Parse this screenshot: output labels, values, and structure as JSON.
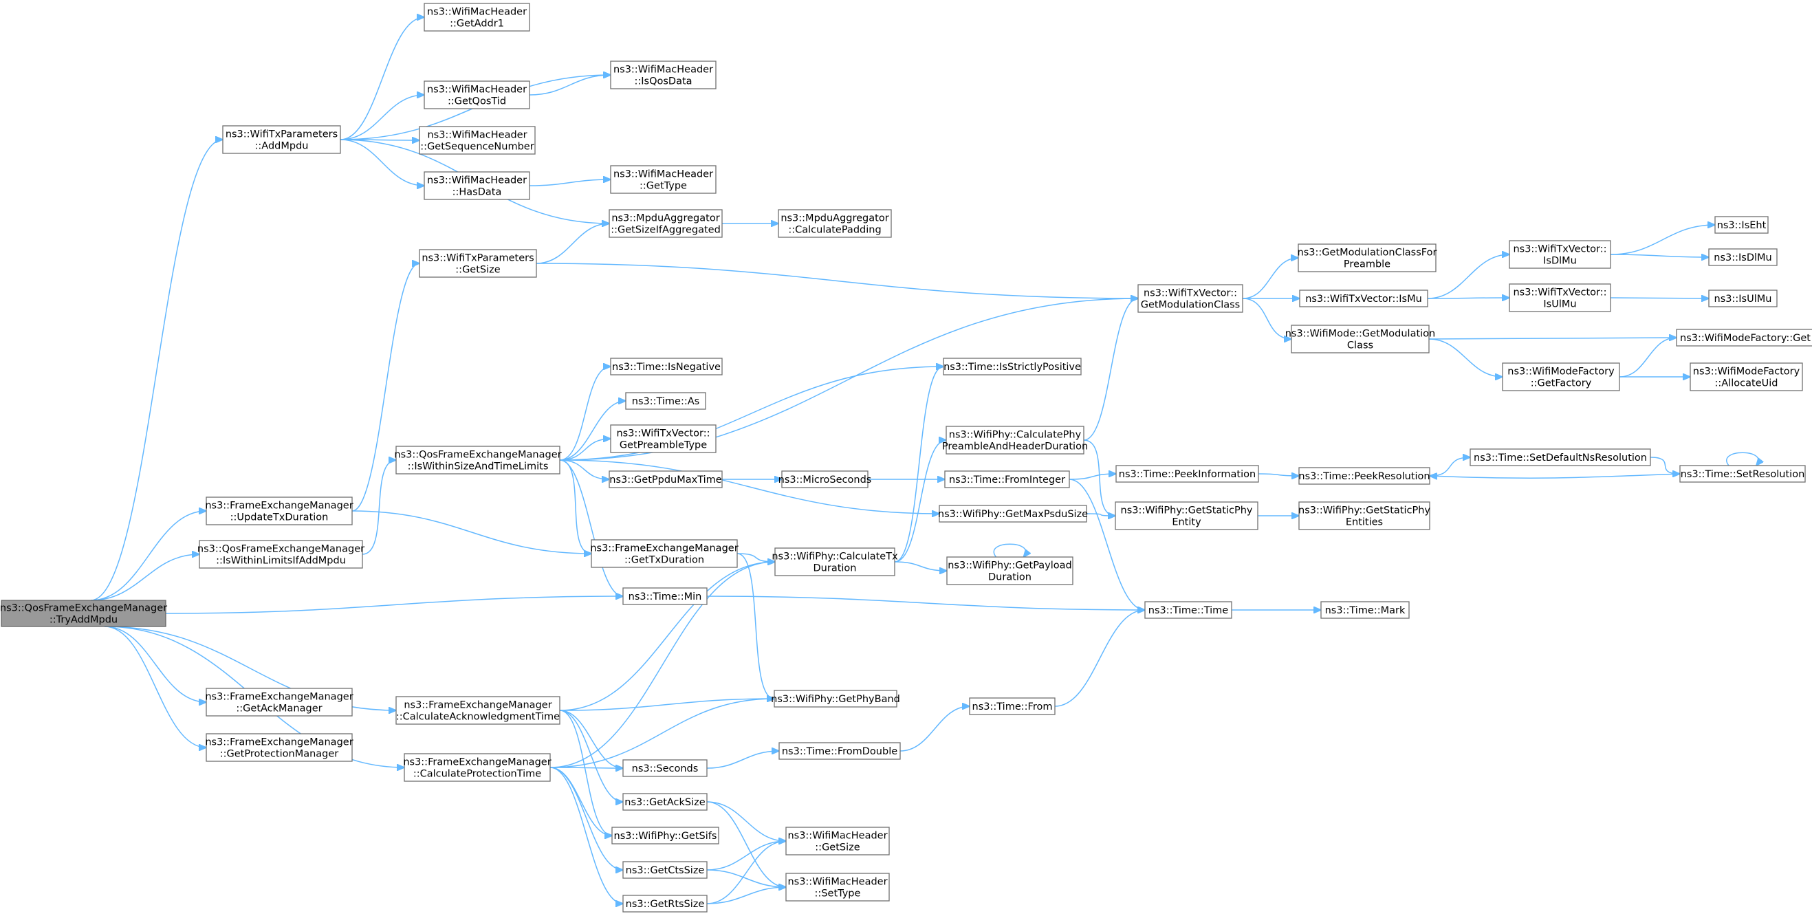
{
  "diagram": {
    "nodes": [
      {
        "id": "TryAddMpdu",
        "lines": [
          "ns3::QosFrameExchangeManager",
          "::TryAddMpdu"
        ]
      },
      {
        "id": "AddMpdu",
        "lines": [
          "ns3::WifiTxParameters",
          "::AddMpdu"
        ]
      },
      {
        "id": "UpdateTxDuration",
        "lines": [
          "ns3::FrameExchangeManager",
          "::UpdateTxDuration"
        ]
      },
      {
        "id": "IsWithinLimitsIfAddMpdu",
        "lines": [
          "ns3::QosFrameExchangeManager",
          "::IsWithinLimitsIfAddMpdu"
        ]
      },
      {
        "id": "GetAckManager",
        "lines": [
          "ns3::FrameExchangeManager",
          "::GetAckManager"
        ]
      },
      {
        "id": "GetProtectionManager",
        "lines": [
          "ns3::FrameExchangeManager",
          "::GetProtectionManager"
        ]
      },
      {
        "id": "GetAddr1",
        "lines": [
          "ns3::WifiMacHeader",
          "::GetAddr1"
        ]
      },
      {
        "id": "GetQosTid",
        "lines": [
          "ns3::WifiMacHeader",
          "::GetQosTid"
        ]
      },
      {
        "id": "GetSequenceNumber",
        "lines": [
          "ns3::WifiMacHeader",
          "::GetSequenceNumber"
        ]
      },
      {
        "id": "HasData",
        "lines": [
          "ns3::WifiMacHeader",
          "::HasData"
        ]
      },
      {
        "id": "TxParamsGetSize",
        "lines": [
          "ns3::WifiTxParameters",
          "::GetSize"
        ]
      },
      {
        "id": "IsWithinSizeAndTimeLimits",
        "lines": [
          "ns3::QosFrameExchangeManager",
          "::IsWithinSizeAndTimeLimits"
        ]
      },
      {
        "id": "CalculateAcknowledgmentTime",
        "lines": [
          "ns3::FrameExchangeManager",
          "::CalculateAcknowledgmentTime"
        ]
      },
      {
        "id": "CalculateProtectionTime",
        "lines": [
          "ns3::FrameExchangeManager",
          "::CalculateProtectionTime"
        ]
      },
      {
        "id": "IsQosData",
        "lines": [
          "ns3::WifiMacHeader",
          "::IsQosData"
        ]
      },
      {
        "id": "GetType",
        "lines": [
          "ns3::WifiMacHeader",
          "::GetType"
        ]
      },
      {
        "id": "GetSizeIfAggregated",
        "lines": [
          "ns3::MpduAggregator",
          "::GetSizeIfAggregated"
        ]
      },
      {
        "id": "IsNegative",
        "lines": [
          "ns3::Time::IsNegative"
        ]
      },
      {
        "id": "TimeAs",
        "lines": [
          "ns3::Time::As"
        ]
      },
      {
        "id": "GetPreambleType",
        "lines": [
          "ns3::WifiTxVector::",
          "GetPreambleType"
        ]
      },
      {
        "id": "GetPpduMaxTime",
        "lines": [
          "ns3::GetPpduMaxTime"
        ]
      },
      {
        "id": "GetTxDuration",
        "lines": [
          "ns3::FrameExchangeManager",
          "::GetTxDuration"
        ]
      },
      {
        "id": "TimeMin",
        "lines": [
          "ns3::Time::Min"
        ]
      },
      {
        "id": "Seconds",
        "lines": [
          "ns3::Seconds"
        ]
      },
      {
        "id": "GetAckSize",
        "lines": [
          "ns3::GetAckSize"
        ]
      },
      {
        "id": "GetSifs",
        "lines": [
          "ns3::WifiPhy::GetSifs"
        ]
      },
      {
        "id": "GetCtsSize",
        "lines": [
          "ns3::GetCtsSize"
        ]
      },
      {
        "id": "GetRtsSize",
        "lines": [
          "ns3::GetRtsSize"
        ]
      },
      {
        "id": "CalculatePadding",
        "lines": [
          "ns3::MpduAggregator",
          "::CalculatePadding"
        ]
      },
      {
        "id": "MicroSeconds",
        "lines": [
          "ns3::MicroSeconds"
        ]
      },
      {
        "id": "CalculateTxDuration",
        "lines": [
          "ns3::WifiPhy::CalculateTx",
          "Duration"
        ]
      },
      {
        "id": "GetPhyBand",
        "lines": [
          "ns3::WifiPhy::GetPhyBand"
        ]
      },
      {
        "id": "FromDouble",
        "lines": [
          "ns3::Time::FromDouble"
        ]
      },
      {
        "id": "MacHdrGetSize",
        "lines": [
          "ns3::WifiMacHeader",
          "::GetSize"
        ]
      },
      {
        "id": "SetType",
        "lines": [
          "ns3::WifiMacHeader",
          "::SetType"
        ]
      },
      {
        "id": "IsStrictlyPositive",
        "lines": [
          "ns3::Time::IsStrictlyPositive"
        ]
      },
      {
        "id": "CalcPhyPreamble",
        "lines": [
          "ns3::WifiPhy::CalculatePhy",
          "PreambleAndHeaderDuration"
        ]
      },
      {
        "id": "FromInteger",
        "lines": [
          "ns3::Time::FromInteger"
        ]
      },
      {
        "id": "GetMaxPsduSize",
        "lines": [
          "ns3::WifiPhy::GetMaxPsduSize"
        ]
      },
      {
        "id": "GetPayloadDuration",
        "lines": [
          "ns3::WifiPhy::GetPayload",
          "Duration"
        ]
      },
      {
        "id": "TimeFrom",
        "lines": [
          "ns3::Time::From"
        ]
      },
      {
        "id": "GetModulationClass",
        "lines": [
          "ns3::WifiTxVector::",
          "GetModulationClass"
        ]
      },
      {
        "id": "TimeTime",
        "lines": [
          "ns3::Time::Time"
        ]
      },
      {
        "id": "PeekInformation",
        "lines": [
          "ns3::Time::PeekInformation"
        ]
      },
      {
        "id": "GetStaticPhyEntity",
        "lines": [
          "ns3::WifiPhy::GetStaticPhy",
          "Entity"
        ]
      },
      {
        "id": "GetModClassForPreamble",
        "lines": [
          "ns3::GetModulationClassFor",
          "Preamble"
        ]
      },
      {
        "id": "IsMu",
        "lines": [
          "ns3::WifiTxVector::IsMu"
        ]
      },
      {
        "id": "ModeGetModulationClass",
        "lines": [
          "ns3::WifiMode::GetModulation",
          "Class"
        ]
      },
      {
        "id": "TimeMark",
        "lines": [
          "ns3::Time::Mark"
        ]
      },
      {
        "id": "PeekResolution",
        "lines": [
          "ns3::Time::PeekResolution"
        ]
      },
      {
        "id": "GetStaticPhyEntities",
        "lines": [
          "ns3::WifiPhy::GetStaticPhy",
          "Entities"
        ]
      },
      {
        "id": "TxVecIsDlMu",
        "lines": [
          "ns3::WifiTxVector::",
          "IsDlMu"
        ]
      },
      {
        "id": "TxVecIsUlMu",
        "lines": [
          "ns3::WifiTxVector::",
          "IsUlMu"
        ]
      },
      {
        "id": "GetFactory",
        "lines": [
          "ns3::WifiModeFactory",
          "::GetFactory"
        ]
      },
      {
        "id": "SetDefaultNsResolution",
        "lines": [
          "ns3::Time::SetDefaultNsResolution"
        ]
      },
      {
        "id": "IsEht",
        "lines": [
          "ns3::IsEht"
        ]
      },
      {
        "id": "IsDlMu",
        "lines": [
          "ns3::IsDlMu"
        ]
      },
      {
        "id": "IsUlMu",
        "lines": [
          "ns3::IsUlMu"
        ]
      },
      {
        "id": "FactoryGet",
        "lines": [
          "ns3::WifiModeFactory::Get"
        ]
      },
      {
        "id": "AllocateUid",
        "lines": [
          "ns3::WifiModeFactory",
          "::AllocateUid"
        ]
      },
      {
        "id": "SetResolution",
        "lines": [
          "ns3::Time::SetResolution"
        ]
      }
    ],
    "edges": [
      [
        "TryAddMpdu",
        "AddMpdu"
      ],
      [
        "TryAddMpdu",
        "UpdateTxDuration"
      ],
      [
        "TryAddMpdu",
        "IsWithinLimitsIfAddMpdu"
      ],
      [
        "TryAddMpdu",
        "TimeMin"
      ],
      [
        "TryAddMpdu",
        "CalculateAcknowledgmentTime"
      ],
      [
        "TryAddMpdu",
        "GetAckManager"
      ],
      [
        "TryAddMpdu",
        "GetProtectionManager"
      ],
      [
        "TryAddMpdu",
        "CalculateProtectionTime"
      ],
      [
        "AddMpdu",
        "GetAddr1"
      ],
      [
        "AddMpdu",
        "IsQosData"
      ],
      [
        "AddMpdu",
        "GetQosTid"
      ],
      [
        "AddMpdu",
        "GetSequenceNumber"
      ],
      [
        "AddMpdu",
        "HasData"
      ],
      [
        "AddMpdu",
        "GetSizeIfAggregated"
      ],
      [
        "GetQosTid",
        "IsQosData"
      ],
      [
        "HasData",
        "GetType"
      ],
      [
        "TxParamsGetSize",
        "GetSizeIfAggregated"
      ],
      [
        "TxParamsGetSize",
        "GetModulationClass"
      ],
      [
        "GetSizeIfAggregated",
        "CalculatePadding"
      ],
      [
        "UpdateTxDuration",
        "TxParamsGetSize"
      ],
      [
        "UpdateTxDuration",
        "GetTxDuration"
      ],
      [
        "IsWithinLimitsIfAddMpdu",
        "IsWithinSizeAndTimeLimits"
      ],
      [
        "IsWithinSizeAndTimeLimits",
        "GetModulationClass"
      ],
      [
        "IsWithinSizeAndTimeLimits",
        "IsStrictlyPositive"
      ],
      [
        "IsWithinSizeAndTimeLimits",
        "IsNegative"
      ],
      [
        "IsWithinSizeAndTimeLimits",
        "TimeAs"
      ],
      [
        "IsWithinSizeAndTimeLimits",
        "GetPreambleType"
      ],
      [
        "IsWithinSizeAndTimeLimits",
        "GetPpduMaxTime"
      ],
      [
        "IsWithinSizeAndTimeLimits",
        "GetMaxPsduSize"
      ],
      [
        "IsWithinSizeAndTimeLimits",
        "GetTxDuration"
      ],
      [
        "IsWithinSizeAndTimeLimits",
        "TimeMin"
      ],
      [
        "GetPpduMaxTime",
        "MicroSeconds"
      ],
      [
        "MicroSeconds",
        "FromInteger"
      ],
      [
        "GetTxDuration",
        "CalculateTxDuration"
      ],
      [
        "GetTxDuration",
        "GetPhyBand"
      ],
      [
        "TimeMin",
        "TimeTime"
      ],
      [
        "CalculateAcknowledgmentTime",
        "CalculateTxDuration"
      ],
      [
        "CalculateAcknowledgmentTime",
        "GetPhyBand"
      ],
      [
        "CalculateAcknowledgmentTime",
        "Seconds"
      ],
      [
        "CalculateAcknowledgmentTime",
        "GetAckSize"
      ],
      [
        "CalculateAcknowledgmentTime",
        "GetSifs"
      ],
      [
        "CalculateProtectionTime",
        "CalculateTxDuration"
      ],
      [
        "CalculateProtectionTime",
        "GetPhyBand"
      ],
      [
        "CalculateProtectionTime",
        "Seconds"
      ],
      [
        "CalculateProtectionTime",
        "GetSifs"
      ],
      [
        "CalculateProtectionTime",
        "GetCtsSize"
      ],
      [
        "CalculateProtectionTime",
        "GetRtsSize"
      ],
      [
        "Seconds",
        "FromDouble"
      ],
      [
        "FromDouble",
        "TimeFrom"
      ],
      [
        "TimeFrom",
        "TimeTime"
      ],
      [
        "GetAckSize",
        "MacHdrGetSize"
      ],
      [
        "GetAckSize",
        "SetType"
      ],
      [
        "GetCtsSize",
        "MacHdrGetSize"
      ],
      [
        "GetCtsSize",
        "SetType"
      ],
      [
        "GetRtsSize",
        "MacHdrGetSize"
      ],
      [
        "GetRtsSize",
        "SetType"
      ],
      [
        "CalculateTxDuration",
        "IsStrictlyPositive"
      ],
      [
        "CalculateTxDuration",
        "CalcPhyPreamble"
      ],
      [
        "CalculateTxDuration",
        "GetPayloadDuration"
      ],
      [
        "GetPayloadDuration",
        "GetPayloadDuration"
      ],
      [
        "CalcPhyPreamble",
        "GetModulationClass"
      ],
      [
        "CalcPhyPreamble",
        "GetStaticPhyEntity"
      ],
      [
        "GetMaxPsduSize",
        "GetStaticPhyEntity"
      ],
      [
        "FromInteger",
        "PeekInformation"
      ],
      [
        "FromInteger",
        "TimeTime"
      ],
      [
        "PeekInformation",
        "PeekResolution"
      ],
      [
        "PeekResolution",
        "SetDefaultNsResolution"
      ],
      [
        "SetDefaultNsResolution",
        "SetResolution"
      ],
      [
        "SetResolution",
        "SetResolution"
      ],
      [
        "SetResolution",
        "PeekResolution"
      ],
      [
        "GetStaticPhyEntity",
        "GetStaticPhyEntities"
      ],
      [
        "TimeTime",
        "TimeMark"
      ],
      [
        "GetModulationClass",
        "GetModClassForPreamble"
      ],
      [
        "GetModulationClass",
        "IsMu"
      ],
      [
        "GetModulationClass",
        "ModeGetModulationClass"
      ],
      [
        "IsMu",
        "TxVecIsDlMu"
      ],
      [
        "IsMu",
        "TxVecIsUlMu"
      ],
      [
        "TxVecIsDlMu",
        "IsEht"
      ],
      [
        "TxVecIsDlMu",
        "IsDlMu"
      ],
      [
        "TxVecIsUlMu",
        "IsUlMu"
      ],
      [
        "ModeGetModulationClass",
        "FactoryGet"
      ],
      [
        "ModeGetModulationClass",
        "GetFactory"
      ],
      [
        "GetFactory",
        "FactoryGet"
      ],
      [
        "GetFactory",
        "AllocateUid"
      ]
    ]
  }
}
